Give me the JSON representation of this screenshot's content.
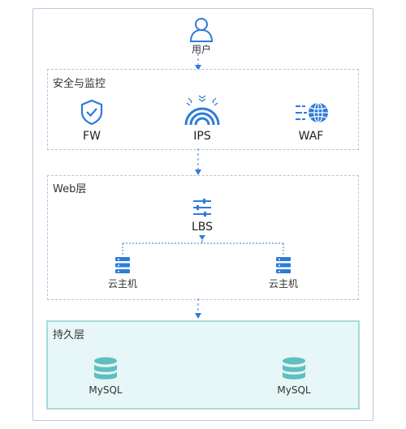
{
  "user": {
    "label": "用户",
    "icon": "user-icon"
  },
  "security": {
    "title": "安全与监控",
    "items": [
      {
        "label": "FW",
        "icon": "shield-check-icon"
      },
      {
        "label": "IPS",
        "icon": "ips-arc-icon"
      },
      {
        "label": "WAF",
        "icon": "waf-globe-icon"
      }
    ]
  },
  "web": {
    "title": "Web层",
    "lbs": {
      "label": "LBS",
      "icon": "load-balancer-icon"
    },
    "hosts": [
      {
        "label": "云主机",
        "icon": "server-icon"
      },
      {
        "label": "云主机",
        "icon": "server-icon"
      }
    ]
  },
  "persistence": {
    "title": "持久层",
    "dbs": [
      {
        "label": "MySQL",
        "icon": "database-icon"
      },
      {
        "label": "MySQL",
        "icon": "database-icon"
      }
    ]
  },
  "colors": {
    "accent": "#2f7bd9",
    "teal": "#5fbfbf",
    "border": "#b8c4d0",
    "persistence_bg": "#e7f6f6"
  }
}
